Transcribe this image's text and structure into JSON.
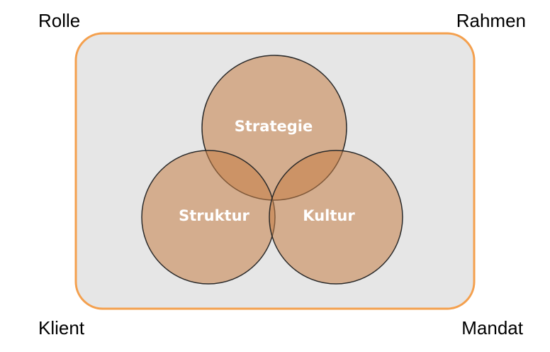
{
  "diagram": {
    "corners": {
      "top_left": "Rolle",
      "top_right": "Rahmen",
      "bottom_left": "Klient",
      "bottom_right": "Mandat"
    },
    "circles": {
      "top": "Strategie",
      "left": "Struktur",
      "right": "Kultur"
    }
  },
  "colors": {
    "frame_fill": "#e6e6e6",
    "frame_stroke": "#f4a04e",
    "circle_fill": "#c57d45",
    "circle_stroke": "#2a2a2a",
    "label_text": "#ffffff"
  }
}
